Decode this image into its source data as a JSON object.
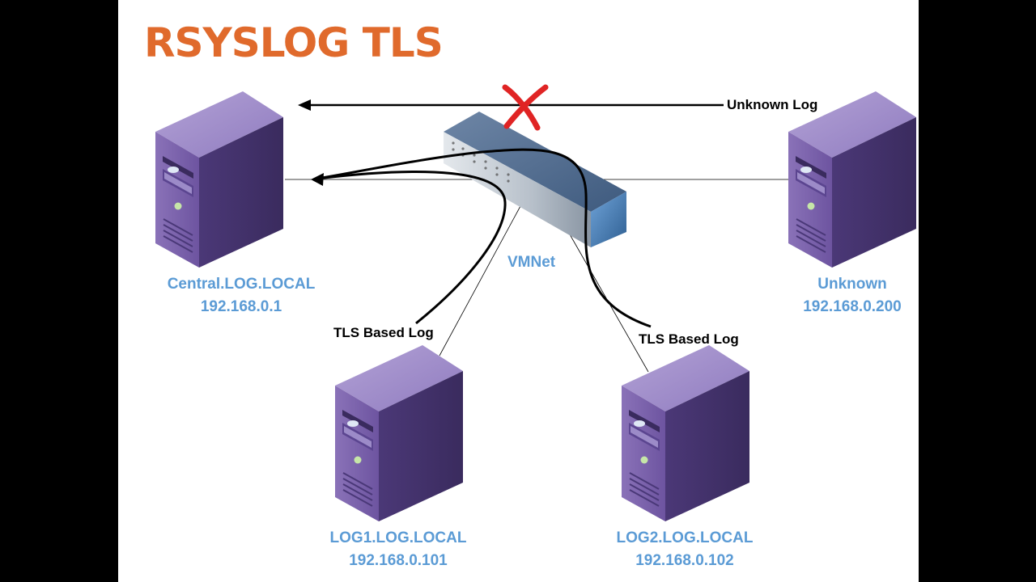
{
  "slide": {
    "title": "RSYSLOG TLS",
    "title_color": "#e06a2c",
    "label_color": "#5b9bd5"
  },
  "network": {
    "name": "VMNet",
    "device_icon": "network-switch-icon"
  },
  "nodes": {
    "central": {
      "hostname": "Central.LOG.LOCAL",
      "ip": "192.168.0.1",
      "icon": "server-tower-icon"
    },
    "unknown": {
      "hostname": "Unknown",
      "ip": "192.168.0.200",
      "icon": "server-tower-icon"
    },
    "log1": {
      "hostname": "LOG1.LOG.LOCAL",
      "ip": "192.168.0.101",
      "icon": "server-tower-icon"
    },
    "log2": {
      "hostname": "LOG2.LOG.LOCAL",
      "ip": "192.168.0.102",
      "icon": "server-tower-icon"
    }
  },
  "flows": {
    "unknown_log": {
      "label": "Unknown Log",
      "blocked": true,
      "blocked_icon": "red-x-icon"
    },
    "tls_log1": {
      "label": "TLS Based Log"
    },
    "tls_log2": {
      "label": "TLS Based Log"
    }
  }
}
